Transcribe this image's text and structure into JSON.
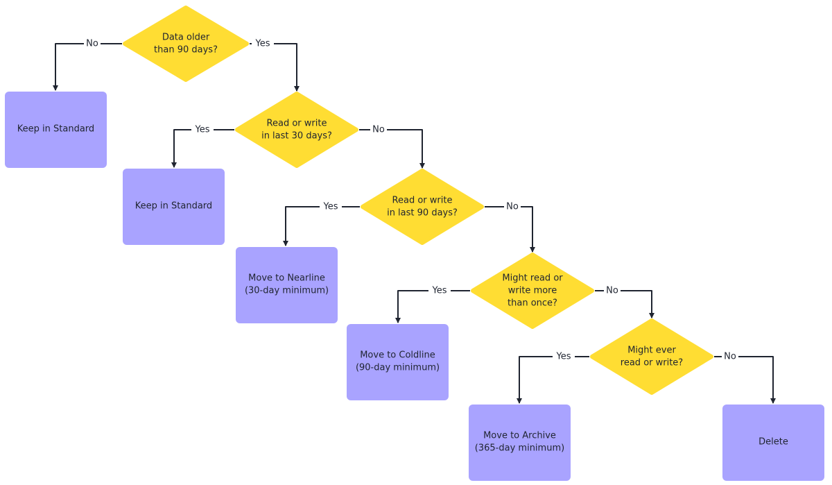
{
  "colors": {
    "decision_fill": "#FFDD33",
    "action_fill": "#A9A3FF",
    "line": "#1f2430",
    "label_bg": "#ffffff"
  },
  "decisions": [
    {
      "id": "d1",
      "lines": [
        "Data older",
        "than 90 days?"
      ]
    },
    {
      "id": "d2",
      "lines": [
        "Read or write",
        "in last 30 days?"
      ]
    },
    {
      "id": "d3",
      "lines": [
        "Read or write",
        "in last 90 days?"
      ]
    },
    {
      "id": "d4",
      "lines": [
        "Might read or",
        "write more",
        "than once?"
      ]
    },
    {
      "id": "d5",
      "lines": [
        "Might ever",
        "read or write?"
      ]
    }
  ],
  "actions": [
    {
      "id": "a1",
      "lines": [
        "Keep in Standard"
      ]
    },
    {
      "id": "a2",
      "lines": [
        "Keep in Standard"
      ]
    },
    {
      "id": "a3",
      "lines": [
        "Move to Nearline",
        "(30-day minimum)"
      ]
    },
    {
      "id": "a4",
      "lines": [
        "Move to Coldline",
        "(90-day minimum)"
      ]
    },
    {
      "id": "a5",
      "lines": [
        "Move to Archive",
        "(365-day minimum)"
      ]
    },
    {
      "id": "a6",
      "lines": [
        "Delete"
      ]
    }
  ],
  "edges": [
    {
      "from": "d1",
      "to": "a1",
      "label": "No"
    },
    {
      "from": "d1",
      "to": "d2",
      "label": "Yes"
    },
    {
      "from": "d2",
      "to": "a2",
      "label": "Yes"
    },
    {
      "from": "d2",
      "to": "d3",
      "label": "No"
    },
    {
      "from": "d3",
      "to": "a3",
      "label": "Yes"
    },
    {
      "from": "d3",
      "to": "d4",
      "label": "No"
    },
    {
      "from": "d4",
      "to": "a4",
      "label": "Yes"
    },
    {
      "from": "d4",
      "to": "d5",
      "label": "No"
    },
    {
      "from": "d5",
      "to": "a5",
      "label": "Yes"
    },
    {
      "from": "d5",
      "to": "a6",
      "label": "No"
    }
  ]
}
